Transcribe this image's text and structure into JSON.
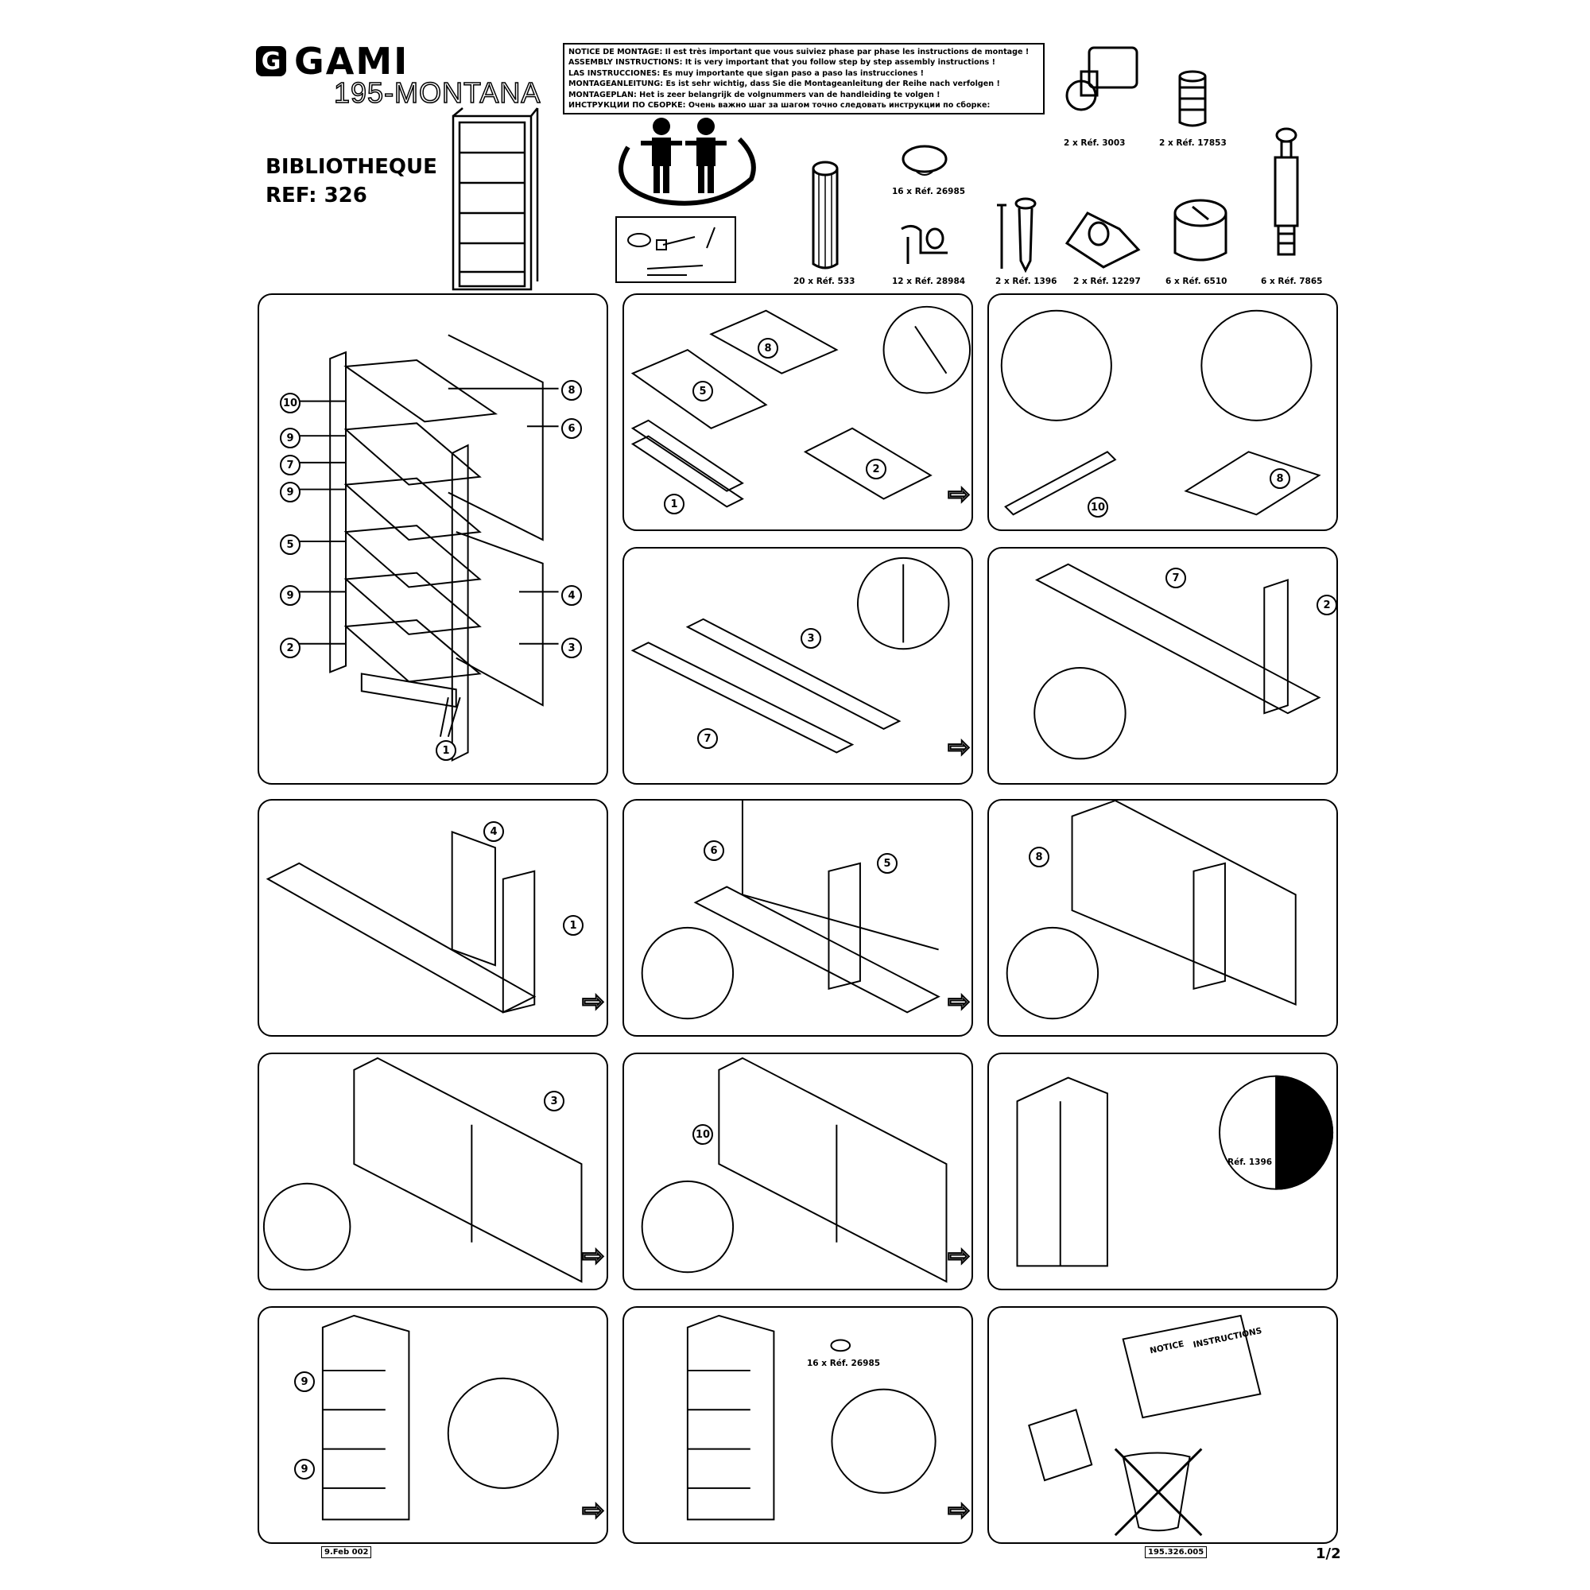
{
  "brand": {
    "logo_text": "GAMI",
    "model": "195-MONTANA",
    "product": "BIBLIOTHEQUE",
    "ref": "REF:  326"
  },
  "notice": [
    "NOTICE DE MONTAGE: Il est très important que vous suiviez phase par phase les instructions de montage !",
    "ASSEMBLY INSTRUCTIONS: It is very important that  you follow step by step assembly instructions !",
    "LAS INSTRUCCIONES: Es muy importante que sigan paso a paso las instrucciones !",
    "MONTAGEANLEITUNG: Es ist sehr wichtig, dass Sie die Montageanleitung der Reihe nach verfolgen !",
    "MONTAGEPLAN: Het is zeer belangrijk de volgnummers van de handleiding te volgen !",
    "ИНСТРУКЦИИ ПО СБОРКЕ: Очень важно шаг за шагом точно следовать инструкции по сборке:"
  ],
  "parts": [
    {
      "label": "2 x Réf. 3003",
      "icon": "cam-bolt-icon"
    },
    {
      "label": "2 x Réf. 17853",
      "icon": "insert-nut-icon"
    },
    {
      "label": "16 x Réf. 26985",
      "icon": "cover-cap-icon"
    },
    {
      "label": "20 x Réf. 533",
      "icon": "dowel-icon"
    },
    {
      "label": "12 x Réf. 28984",
      "icon": "shelf-support-icon"
    },
    {
      "label": "2 x Réf. 1396",
      "icon": "screw-icon"
    },
    {
      "label": "2 x Réf. 12297",
      "icon": "bracket-icon"
    },
    {
      "label": "6 x Réf. 6510",
      "icon": "cam-lock-icon"
    },
    {
      "label": "6 x Réf. 7865",
      "icon": "connector-bolt-icon"
    }
  ],
  "steps": [
    {
      "callouts": [
        "10",
        "9",
        "7",
        "9",
        "5",
        "9",
        "2",
        "8",
        "6",
        "4",
        "3",
        "1"
      ]
    },
    {
      "callouts": [
        "8",
        "5",
        "1",
        "2"
      ]
    },
    {
      "callouts": [
        "10",
        "8"
      ]
    },
    {
      "callouts": [
        "3",
        "7"
      ]
    },
    {
      "callouts": [
        "7",
        "2"
      ]
    },
    {
      "callouts": [
        "4",
        "1"
      ]
    },
    {
      "callouts": [
        "6",
        "5"
      ]
    },
    {
      "callouts": [
        "8"
      ]
    },
    {
      "callouts": [
        "3"
      ]
    },
    {
      "callouts": [
        "10"
      ]
    },
    {
      "callouts": [],
      "label": "Réf. 1396"
    },
    {
      "callouts": [
        "9",
        "9"
      ]
    },
    {
      "callouts": [],
      "label": "16 x Réf. 26985"
    },
    {
      "callouts": [],
      "label_notice": "NOTICE",
      "label_instructions": "INSTRUCTIONS"
    }
  ],
  "footer": {
    "date": "9.Feb 002",
    "code": "195.326.005",
    "page": "1/2"
  }
}
